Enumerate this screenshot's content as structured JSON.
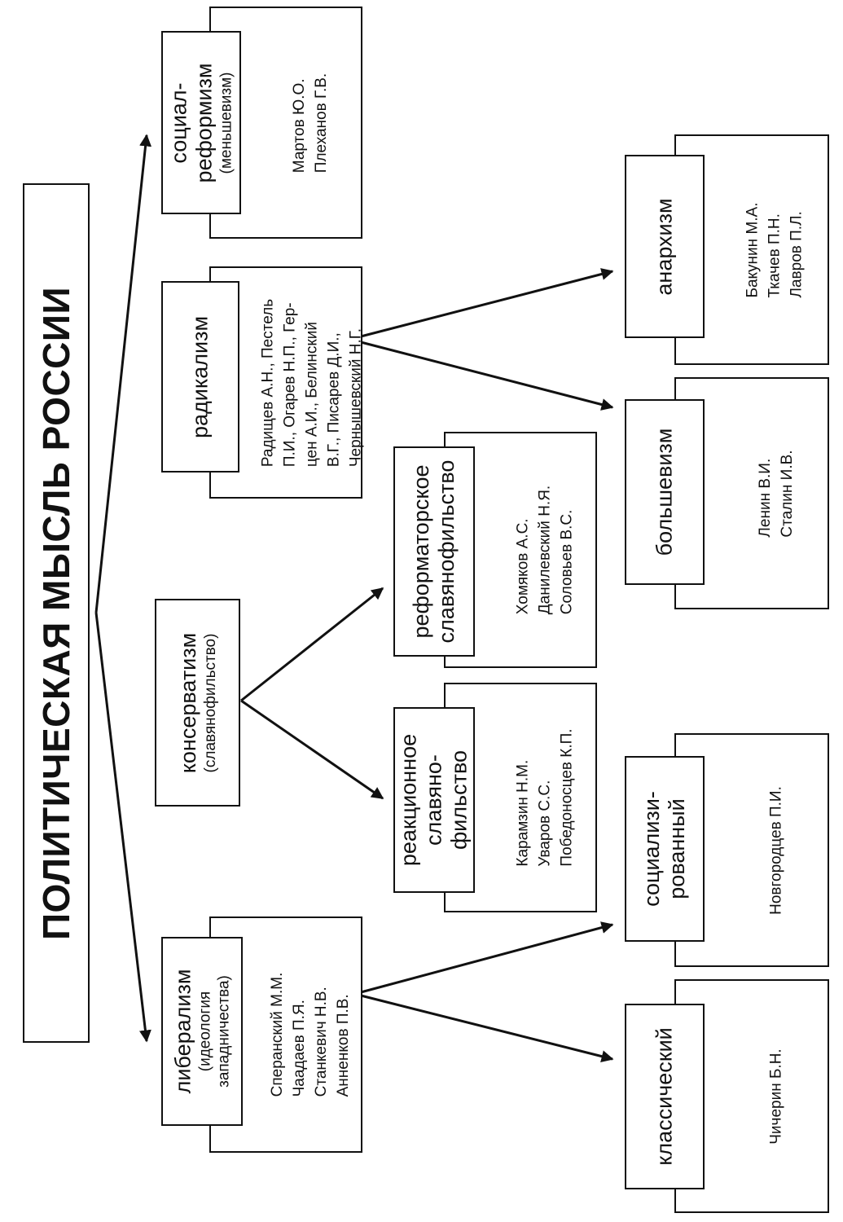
{
  "title": "ПОЛИТИЧЕСКАЯ МЫСЛЬ РОССИИ",
  "nodes": {
    "liberalism": {
      "label": [
        "либерализм"
      ],
      "sub": [
        "(идеология",
        "западничества)"
      ],
      "people": [
        "Сперанский М.М.",
        "Чаадаев П.Я.",
        "Станкевич Н.В.",
        "Анненков П.В."
      ]
    },
    "conservatism": {
      "label": [
        "консерватизм"
      ],
      "sub": [
        "(славянофильство)"
      ]
    },
    "radicalism": {
      "label": [
        "радикализм"
      ],
      "people": [
        "Радищев А.Н., Пестель",
        "П.И., Огарев Н.П., Гер-",
        "цен А.И.,  Белинский",
        "В.Г.,  Писарев  Д.И.,",
        "Чернышевский Н.Г."
      ]
    },
    "social_reformism": {
      "label": [
        "социал-",
        "реформизм"
      ],
      "sub": [
        "(меньшевизм)"
      ],
      "people": [
        "Мартов Ю.О.",
        "Плеханов Г.В."
      ]
    },
    "reactionary_slav": {
      "label": [
        "реакционное",
        "славяно-",
        "фильство"
      ],
      "people": [
        "Карамзин Н.М.",
        "Уваров С.С.",
        "Победоносцев К.П."
      ]
    },
    "reformist_slav": {
      "label": [
        "реформаторское",
        "славянофильство"
      ],
      "people": [
        "Хомяков А.С.",
        "Данилевский Н.Я.",
        "Соловьев В.С."
      ]
    },
    "classic": {
      "label": [
        "классический"
      ],
      "people": [
        "Чичерин Б.Н."
      ]
    },
    "socialized": {
      "label": [
        "социализи-",
        "рованный"
      ],
      "people": [
        "Новгородцев П.И."
      ]
    },
    "bolshevism": {
      "label": [
        "большевизм"
      ],
      "people": [
        "Ленин В.И.",
        "Сталин И.В."
      ]
    },
    "anarchism": {
      "label": [
        "анархизм"
      ],
      "people": [
        "Бакунин М.А.",
        "Ткачев П.Н.",
        "Лавров П.Л."
      ]
    }
  },
  "colors": {
    "ink": "#111111",
    "paper": "#ffffff"
  }
}
